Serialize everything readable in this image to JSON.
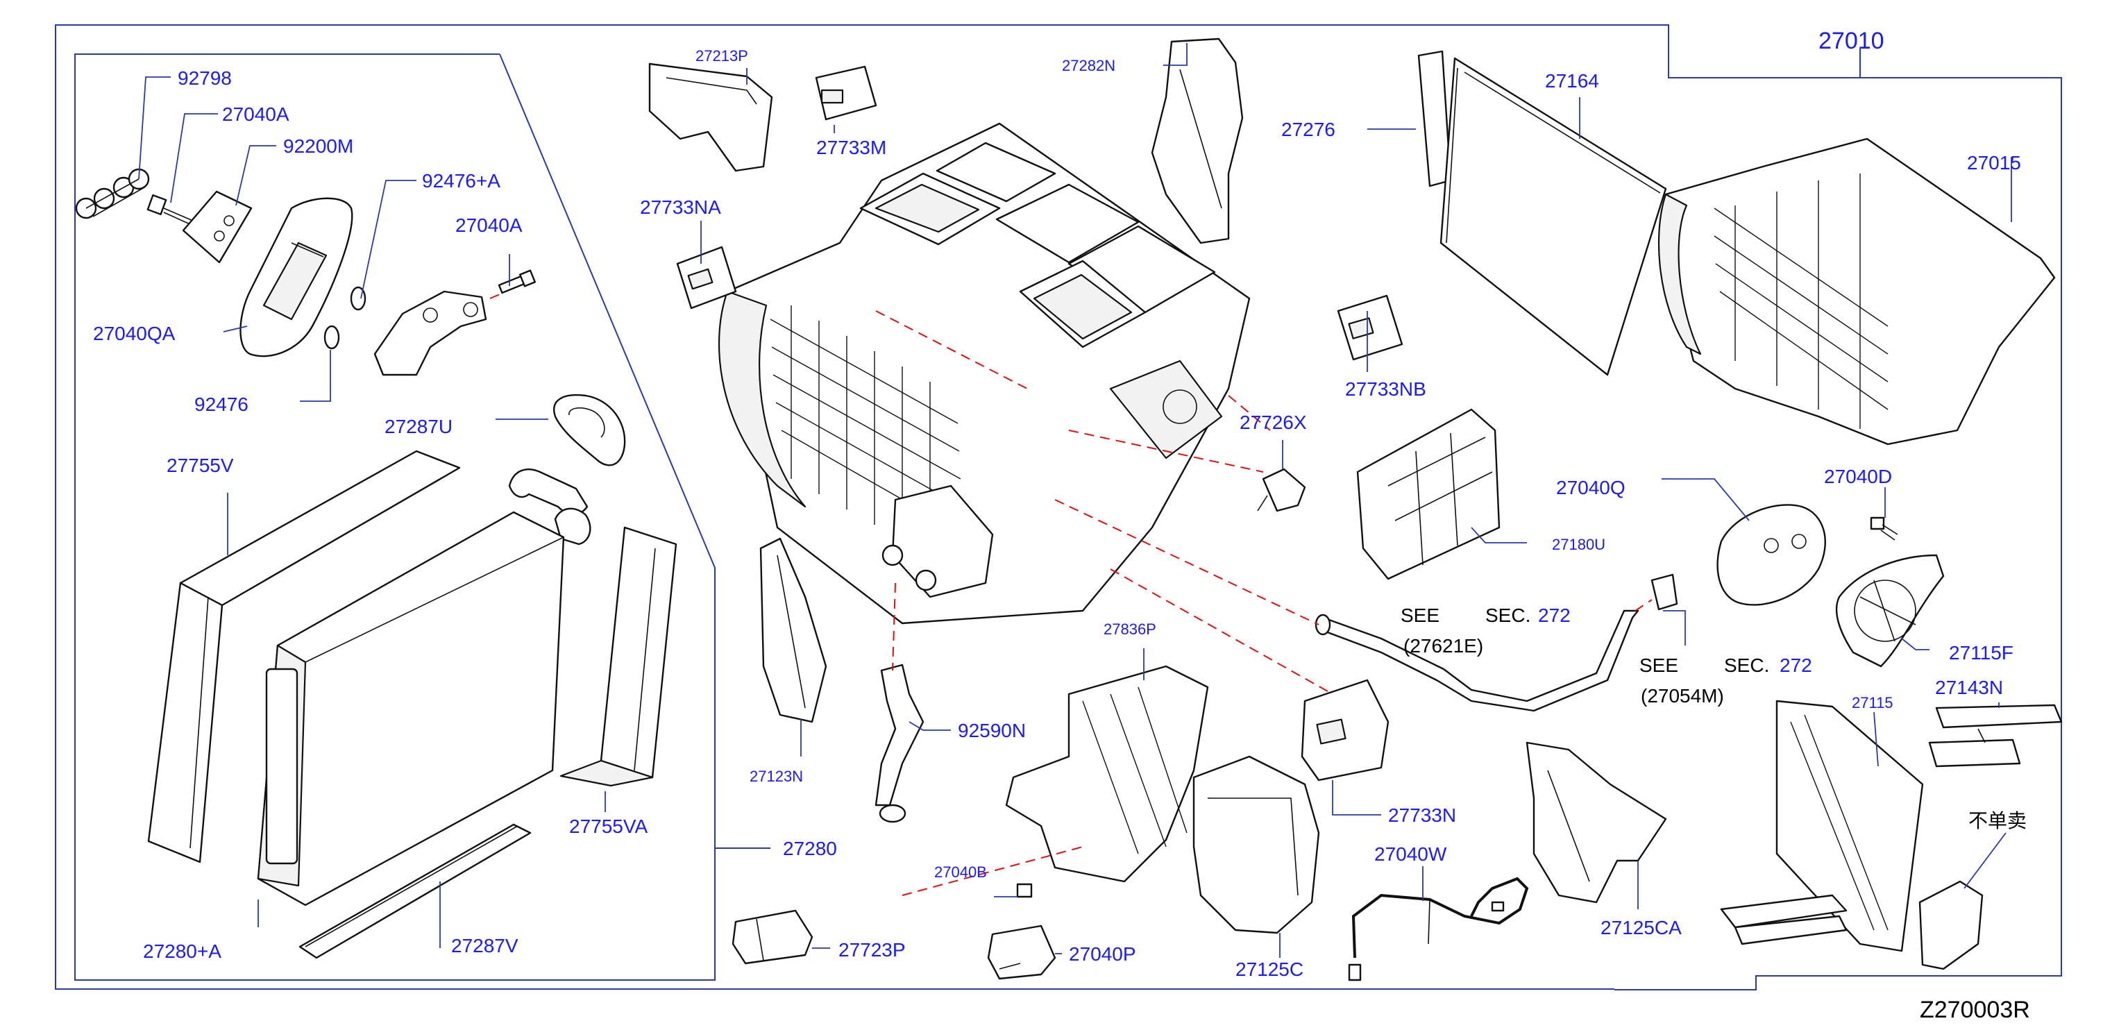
{
  "diagram_code": "Z270003R",
  "note_cjk": "不单卖",
  "references": [
    {
      "see": "SEE",
      "sec": "SEC.",
      "num": "272",
      "code": "(27621E)"
    },
    {
      "see": "SEE",
      "sec": "SEC.",
      "num": "272",
      "code": "(27054M)"
    }
  ],
  "parts": {
    "p27010": "27010",
    "p27015": "27015",
    "p92798": "92798",
    "p27040A_1": "27040A",
    "p92200M": "92200M",
    "p92476A": "92476+A",
    "p27040A_2": "27040A",
    "p27040QA": "27040QA",
    "p92476": "92476",
    "p27287U": "27287U",
    "p27755V": "27755V",
    "p27755VA": "27755VA",
    "p27280": "27280",
    "p27280A": "27280+A",
    "p27287V": "27287V",
    "p27213P": "27213P",
    "p27733M": "27733M",
    "p27733NA": "27733NA",
    "p27282N": "27282N",
    "p27276": "27276",
    "p27164": "27164",
    "p27733NB": "27733NB",
    "p27726X": "27726X",
    "p27180U": "27180U",
    "p27040Q": "27040Q",
    "p27040D": "27040D",
    "p27115F": "27115F",
    "p27143N": "27143N",
    "p27115": "27115",
    "p27123N": "27123N",
    "p92590N": "92590N",
    "p27836P": "27836P",
    "p27040B": "27040B",
    "p27733N": "27733N",
    "p27723P": "27723P",
    "p27040P": "27040P",
    "p27125C": "27125C",
    "p27040W": "27040W",
    "p27125CA": "27125CA"
  }
}
